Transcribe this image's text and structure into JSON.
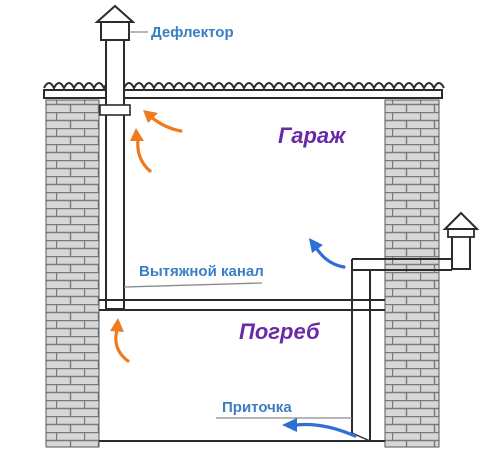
{
  "labels": {
    "deflector": "Дефлектор",
    "garage": "Гараж",
    "exhaust_channel": "Вытяжной канал",
    "cellar": "Погреб",
    "supply": "Приточка"
  },
  "colors": {
    "brick_fill": "#d7d7d7",
    "mortar": "#7a7a7a",
    "wall_line": "#2b2b2b",
    "leader_line": "#8a8a8a",
    "air_out_arrow": "#f07a1e",
    "air_in_arrow": "#2e6fd6",
    "label_blue": "#3a7fc4",
    "label_room": "#6a2aa8"
  },
  "icons": [
    "warm-air-arrow-icon",
    "fresh-air-arrow-icon",
    "deflector-cap-icon",
    "supply-pipe-cap-icon"
  ]
}
